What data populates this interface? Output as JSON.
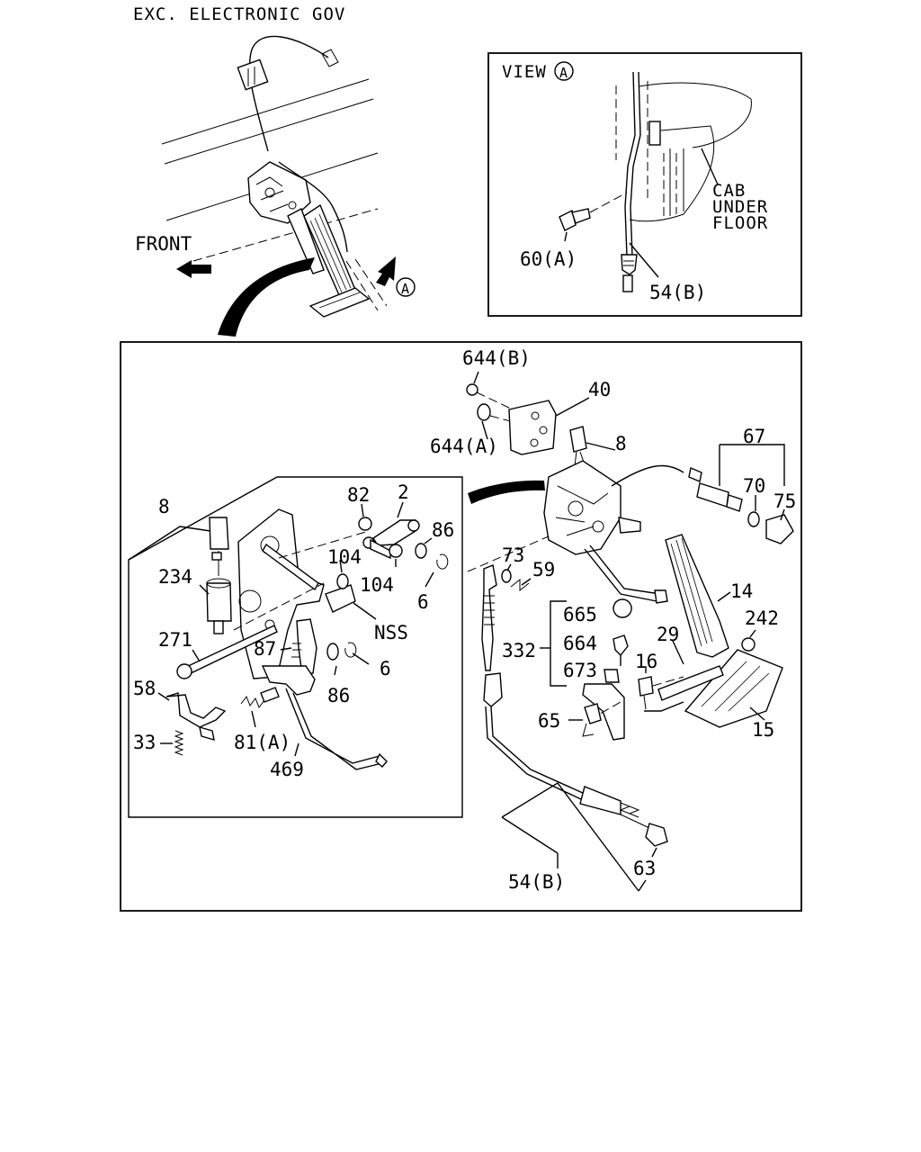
{
  "header": {
    "title": "EXC. ELECTRONIC GOV"
  },
  "overview": {
    "front_label": "FRONT",
    "view_marker": "A"
  },
  "view_a": {
    "title": "VIEW",
    "marker": "A",
    "cab_lines": [
      "CAB",
      "UNDER",
      "FLOOR"
    ],
    "labels": {
      "bolt": "60(A)",
      "cable": "54(B)"
    }
  },
  "callouts": {
    "c644b": "644(B)",
    "c40": "40",
    "c644a": "644(A)",
    "c8_main": "8",
    "c67": "67",
    "c70": "70",
    "c75": "75",
    "c8_detail": "8",
    "c82": "82",
    "c2": "2",
    "c86_top": "86",
    "c104_a": "104",
    "c104_b": "104",
    "c6_top": "6",
    "c234": "234",
    "cNSS": "NSS",
    "c271": "271",
    "c87": "87",
    "c6_low": "6",
    "c58": "58",
    "c86_low": "86",
    "c33": "33",
    "c81a": "81(A)",
    "c469": "469",
    "c73": "73",
    "c59": "59",
    "c665": "665",
    "c14": "14",
    "c664": "664",
    "c242": "242",
    "c332": "332",
    "c29": "29",
    "c673": "673",
    "c16": "16",
    "c65": "65",
    "c15": "15",
    "c63": "63",
    "c54b": "54(B)"
  }
}
